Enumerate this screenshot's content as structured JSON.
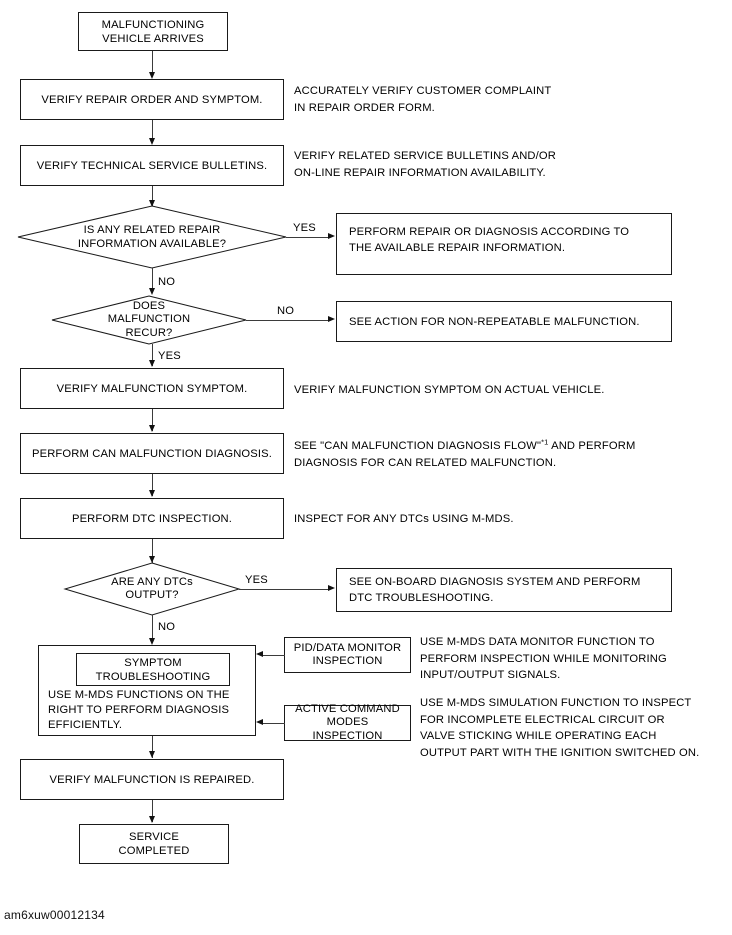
{
  "figure": {
    "id_label": "am6xuw00012134",
    "type": "flowchart",
    "title": "Malfunction Diagnosis Flow"
  },
  "nodes": {
    "start": {
      "label": "MALFUNCTIONING\nVEHICLE ARRIVES",
      "shape": "terminal"
    },
    "verify_repair_order": {
      "label": "VERIFY REPAIR ORDER AND SYMPTOM.",
      "shape": "process"
    },
    "verify_tsb": {
      "label": "VERIFY TECHNICAL SERVICE BULLETINS.",
      "shape": "process"
    },
    "decision_repair_info": {
      "label": "IS ANY RELATED REPAIR\nINFORMATION AVAILABLE?",
      "shape": "decision"
    },
    "perform_repair_info": {
      "label": "PERFORM REPAIR OR DIAGNOSIS ACCORDING TO\nTHE AVAILABLE REPAIR INFORMATION.",
      "shape": "process"
    },
    "decision_recur": {
      "label": "DOES\nMALFUNCTION\nRECUR?",
      "shape": "decision"
    },
    "non_repeatable": {
      "label": "SEE ACTION FOR NON-REPEATABLE MALFUNCTION.",
      "shape": "process"
    },
    "verify_symptom": {
      "label": "VERIFY MALFUNCTION SYMPTOM.",
      "shape": "process"
    },
    "perform_can": {
      "label": "PERFORM CAN MALFUNCTION DIAGNOSIS.",
      "shape": "process"
    },
    "perform_dtc": {
      "label": "PERFORM DTC INSPECTION.",
      "shape": "process"
    },
    "decision_dtc": {
      "label": "ARE ANY DTCs\nOUTPUT?",
      "shape": "decision"
    },
    "onboard_diag": {
      "label": "SEE ON-BOARD DIAGNOSIS SYSTEM AND PERFORM\nDTC TROUBLESHOOTING.",
      "shape": "process"
    },
    "symptom_troubleshooting": {
      "label": "SYMPTOM\nTROUBLESHOOTING",
      "shape": "process"
    },
    "symptom_body": {
      "label": "USE M-MDS FUNCTIONS ON THE\nRIGHT TO PERFORM DIAGNOSIS\nEFFICIENTLY.",
      "shape": "text"
    },
    "pid_monitor": {
      "label": "PID/DATA MONITOR\nINSPECTION",
      "shape": "process"
    },
    "active_command": {
      "label": "ACTIVE COMMAND\nMODES INSPECTION",
      "shape": "process"
    },
    "verify_repaired": {
      "label": "VERIFY MALFUNCTION IS REPAIRED.",
      "shape": "process"
    },
    "service_completed": {
      "label": "SERVICE\nCOMPLETED",
      "shape": "terminal"
    }
  },
  "notes": {
    "repair_order_note": "ACCURATELY VERIFY CUSTOMER COMPLAINT\nIN REPAIR ORDER FORM.",
    "tsb_note": "VERIFY RELATED SERVICE BULLETINS AND/OR\nON-LINE REPAIR INFORMATION AVAILABILITY.",
    "symptom_note": "VERIFY MALFUNCTION SYMPTOM ON ACTUAL VEHICLE.",
    "can_note_prefix": "SEE \"CAN MALFUNCTION DIAGNOSIS FLOW\"",
    "can_note_footnote": "*1",
    "can_note_suffix": " AND PERFORM",
    "can_note_line2": "DIAGNOSIS FOR CAN RELATED MALFUNCTION.",
    "dtc_note": "INSPECT FOR ANY DTCs USING M-MDS.",
    "pid_note": "USE M-MDS DATA MONITOR FUNCTION TO\nPERFORM INSPECTION WHILE MONITORING\nINPUT/OUTPUT SIGNALS.",
    "active_note": "USE M-MDS SIMULATION FUNCTION TO INSPECT\nFOR INCOMPLETE ELECTRICAL CIRCUIT OR\nVALVE STICKING WHILE OPERATING EACH\nOUTPUT PART WITH THE IGNITION SWITCHED ON."
  },
  "edge_labels": {
    "repair_info_yes": "YES",
    "repair_info_no": "NO",
    "recur_no": "NO",
    "recur_yes": "YES",
    "dtc_yes": "YES",
    "dtc_no": "NO"
  },
  "colors": {
    "stroke": "#1a1a1a",
    "connector": "#3b3b3b",
    "background": "#ffffff",
    "text": "#000000"
  }
}
